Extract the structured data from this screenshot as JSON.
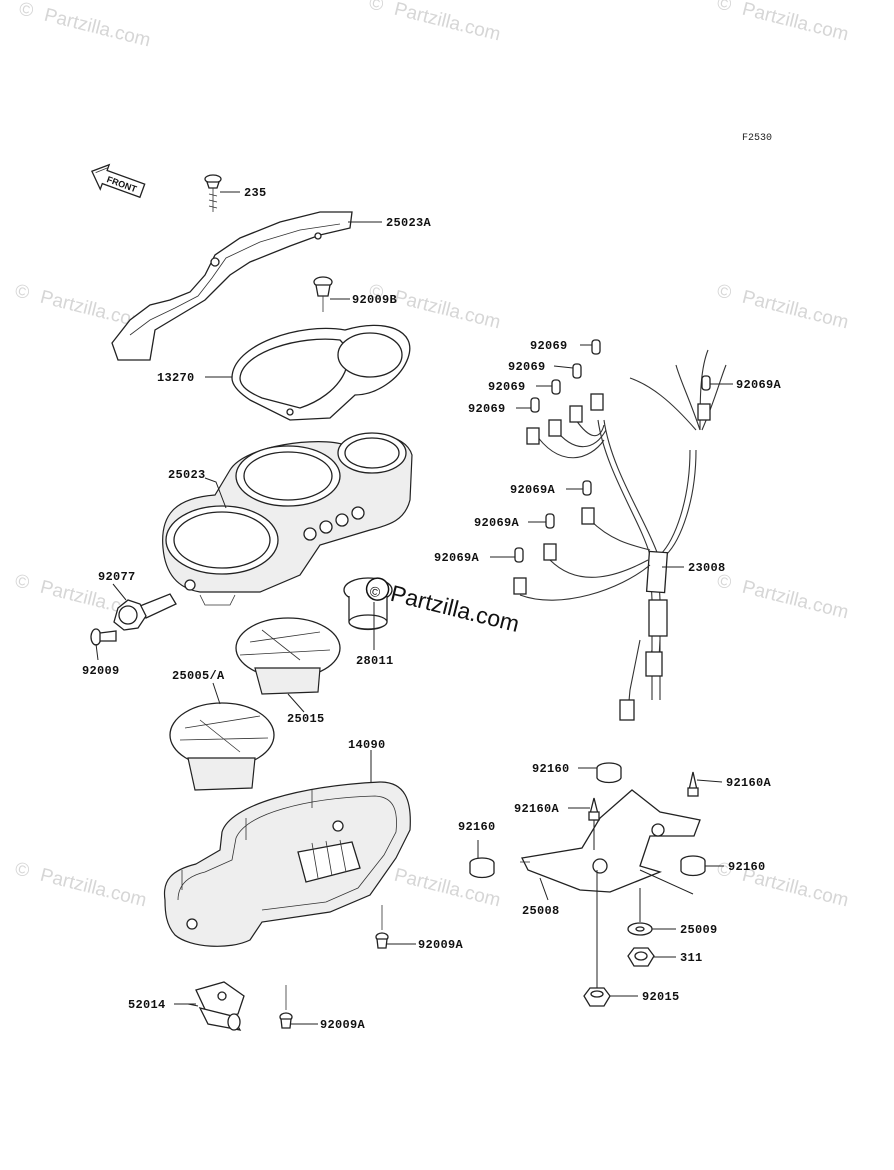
{
  "diagram_code": "F2530",
  "front_arrow_label": "FRONT",
  "watermark": {
    "copyright_symbol": "©",
    "text": "Partzilla.com",
    "main_text": "Partzilla.com"
  },
  "callouts": [
    {
      "id": "235",
      "label": "235"
    },
    {
      "id": "25023A",
      "label": "25023A"
    },
    {
      "id": "92009B",
      "label": "92009B"
    },
    {
      "id": "13270",
      "label": "13270"
    },
    {
      "id": "25023",
      "label": "25023"
    },
    {
      "id": "92077",
      "label": "92077"
    },
    {
      "id": "92009",
      "label": "92009"
    },
    {
      "id": "28011",
      "label": "28011"
    },
    {
      "id": "25005A",
      "label": "25005/A"
    },
    {
      "id": "25015",
      "label": "25015"
    },
    {
      "id": "14090",
      "label": "14090"
    },
    {
      "id": "92009A-1",
      "label": "92009A"
    },
    {
      "id": "52014",
      "label": "52014"
    },
    {
      "id": "92009A-2",
      "label": "92009A"
    },
    {
      "id": "92069-1",
      "label": "92069"
    },
    {
      "id": "92069-2",
      "label": "92069"
    },
    {
      "id": "92069-3",
      "label": "92069"
    },
    {
      "id": "92069-4",
      "label": "92069"
    },
    {
      "id": "92069A-1",
      "label": "92069A"
    },
    {
      "id": "92069A-2",
      "label": "92069A"
    },
    {
      "id": "92069A-3",
      "label": "92069A"
    },
    {
      "id": "92069A-4",
      "label": "92069A"
    },
    {
      "id": "23008",
      "label": "23008"
    },
    {
      "id": "92160-1",
      "label": "92160"
    },
    {
      "id": "92160A-1",
      "label": "92160A"
    },
    {
      "id": "92160A-2",
      "label": "92160A"
    },
    {
      "id": "92160-2",
      "label": "92160"
    },
    {
      "id": "92160-3",
      "label": "92160"
    },
    {
      "id": "25008",
      "label": "25008"
    },
    {
      "id": "25009",
      "label": "25009"
    },
    {
      "id": "311",
      "label": "311"
    },
    {
      "id": "92015",
      "label": "92015"
    }
  ]
}
